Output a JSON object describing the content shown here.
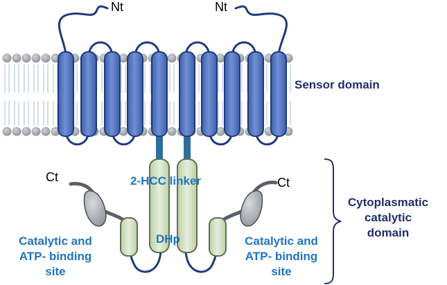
{
  "labels": {
    "nt_left": "Nt",
    "nt_right": "Nt",
    "sensor_domain": "Sensor domain",
    "linker": "2-HCC linker",
    "ct_left": "Ct",
    "ct_right": "Ct",
    "dhp": "DHp",
    "catalytic_left": [
      "Catalytic and",
      "ATP- binding",
      "site"
    ],
    "catalytic_right": [
      "Catalytic and",
      "ATP- binding",
      "site"
    ],
    "cytoplasmatic": [
      "Cytoplasmatic",
      "catalytic",
      "domain"
    ]
  },
  "colors": {
    "helix_fill": "#5a7bc4",
    "helix_stroke": "#1f3a7a",
    "lipid_head": "#a0a4ab",
    "lipid_tail": "#c9d6e8",
    "linker_rod": "#2e6e9e",
    "dhp_fill": "#d7e3c8",
    "dhp_stroke": "#5e6e52",
    "catalytic_fill": "#cbd9b8",
    "ct_blob": "#b3b6ba",
    "dark_label": "#1f2f6b",
    "blue_label": "#1f74c0"
  }
}
